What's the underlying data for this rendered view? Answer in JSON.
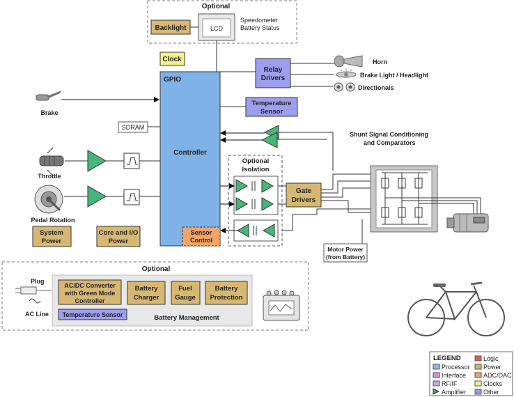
{
  "optional_top": {
    "title": "Optional",
    "backlight": "Backlight",
    "lcd": "LCD",
    "speedometer": "Speedometer",
    "battery_status": "Battery Status"
  },
  "clock": "Clock",
  "controller": {
    "gpio": "GPIO",
    "label": "Controller",
    "sensor_control_1": "Sensor",
    "sensor_control_2": "Control"
  },
  "sdram": "SDRAM",
  "relay": {
    "line1": "Relay",
    "line2": "Drivers"
  },
  "temp_sensor_top": {
    "line1": "Temperature",
    "line2": "Sensor"
  },
  "outputs": {
    "horn": "Horn",
    "brake_light": "Brake Light / Headlight",
    "directionals": "Directionals"
  },
  "brake": "Brake",
  "throttle": "Throttle",
  "pedal": "Pedal Rotation",
  "shunt": {
    "line1": "Shunt Signal Conditioning",
    "line2": "and Comparators"
  },
  "isolation": {
    "line1": "Optional",
    "line2": "Isolation"
  },
  "gate": {
    "line1": "Gate",
    "line2": "Drivers"
  },
  "motor_power": {
    "line1": "Motor Power",
    "line2": "(from Battery)"
  },
  "system_power": {
    "line1": "System",
    "line2": "Power"
  },
  "core_power": {
    "line1": "Core and I/O",
    "line2": "Power"
  },
  "optional_bottom": {
    "title": "Optional",
    "plug": "Plug",
    "ac_line": "AC Line",
    "acdc": {
      "line1": "AC/DC Converter",
      "line2": "with  Green Mode",
      "line3": "Controller"
    },
    "charger": {
      "line1": "Battery",
      "line2": "Charger"
    },
    "gauge": {
      "line1": "Fuel",
      "line2": "Gauge"
    },
    "protection": {
      "line1": "Battery",
      "line2": "Protection"
    },
    "temp_sensor": "Temperature Sensor",
    "battery_mgmt": "Battery Management"
  },
  "legend": {
    "title": "LEGEND",
    "items": [
      {
        "label": "Processor",
        "color": "#8ab8e6"
      },
      {
        "label": "Interface",
        "color": "#d98ad9"
      },
      {
        "label": "RF/IF",
        "color": "#c8a8e6"
      },
      {
        "label": "Amplifier",
        "color": "#3aaa6a"
      },
      {
        "label": "Logic",
        "color": "#e05a5a"
      },
      {
        "label": "Power",
        "color": "#d8b46a"
      },
      {
        "label": "ADC/DAC",
        "color": "#f0a060"
      },
      {
        "label": "Clocks",
        "color": "#f2f08a"
      },
      {
        "label": "Other",
        "color": "#9a9ae8"
      }
    ]
  },
  "colors": {
    "processor": "#7fb3e8",
    "power": "#d7b873",
    "clock": "#f6f28a",
    "other": "#9e9ef0",
    "adc": "#f4a466",
    "amp": "#46b57a"
  }
}
